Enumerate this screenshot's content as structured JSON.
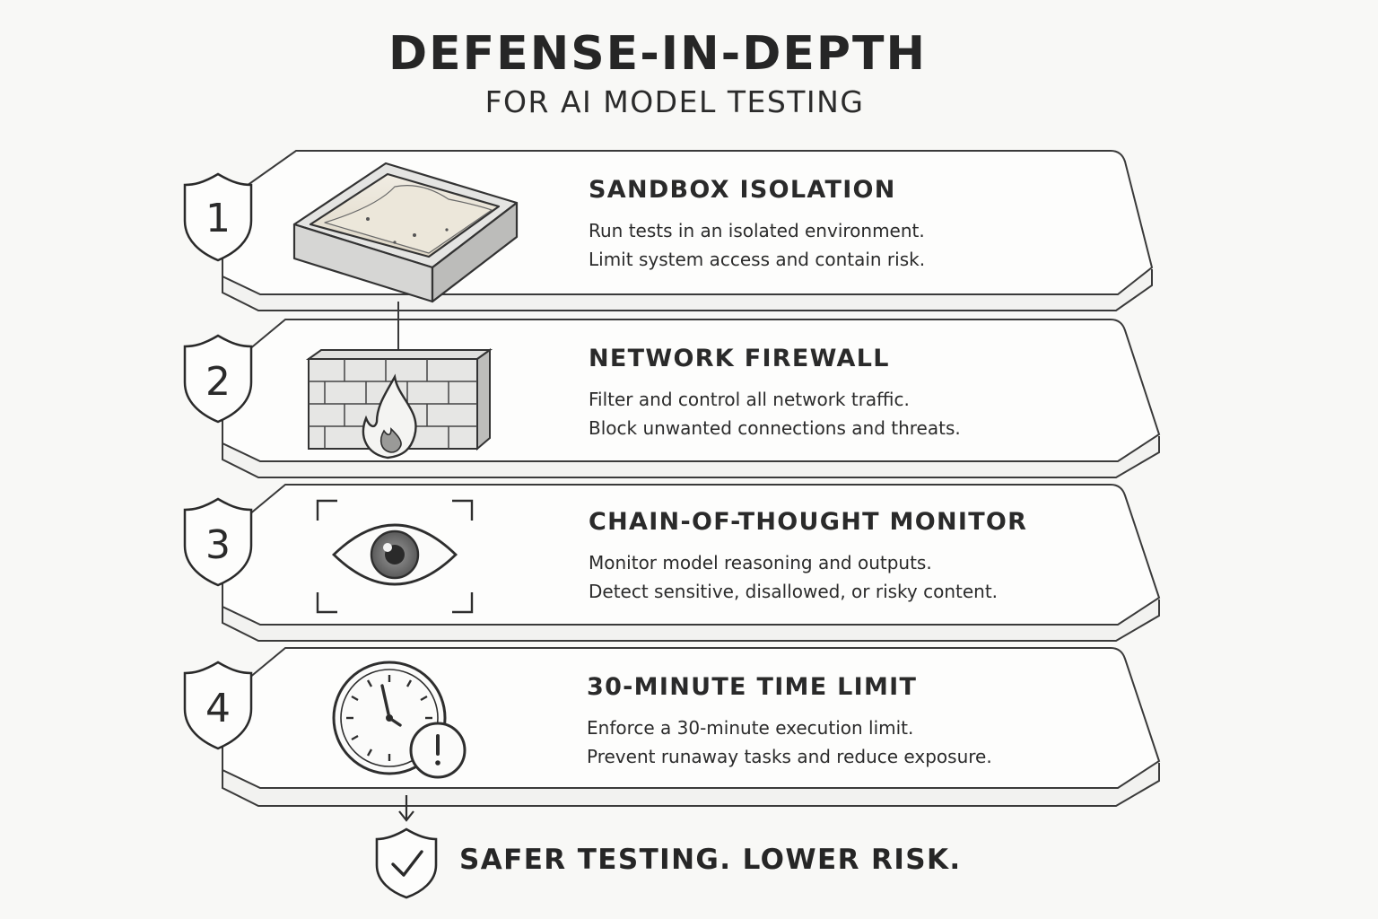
{
  "header": {
    "title": "DEFENSE-IN-DEPTH",
    "subtitle": "FOR AI MODEL TESTING"
  },
  "layers": [
    {
      "number": "1",
      "title": "SANDBOX ISOLATION",
      "lines": [
        "Run tests in an isolated environment.",
        "Limit system access and contain risk."
      ],
      "icon": "sandbox-icon"
    },
    {
      "number": "2",
      "title": "NETWORK FIREWALL",
      "lines": [
        "Filter and control all network traffic.",
        "Block unwanted connections and threats."
      ],
      "icon": "firewall-icon"
    },
    {
      "number": "3",
      "title": "CHAIN-OF-THOUGHT MONITOR",
      "lines": [
        "Monitor model reasoning and outputs.",
        "Detect sensitive, disallowed, or risky content."
      ],
      "icon": "eye-icon"
    },
    {
      "number": "4",
      "title": "30-MINUTE TIME LIMIT",
      "lines": [
        "Enforce a 30-minute execution limit.",
        "Prevent runaway tasks and reduce exposure."
      ],
      "icon": "clock-alert-icon"
    }
  ],
  "footer": {
    "text": "SAFER TESTING. LOWER RISK.",
    "icon": "shield-check-icon"
  },
  "colors": {
    "background": "#f8f8f6",
    "ink": "#2a2a2a",
    "panel": "#fdfdfc"
  }
}
